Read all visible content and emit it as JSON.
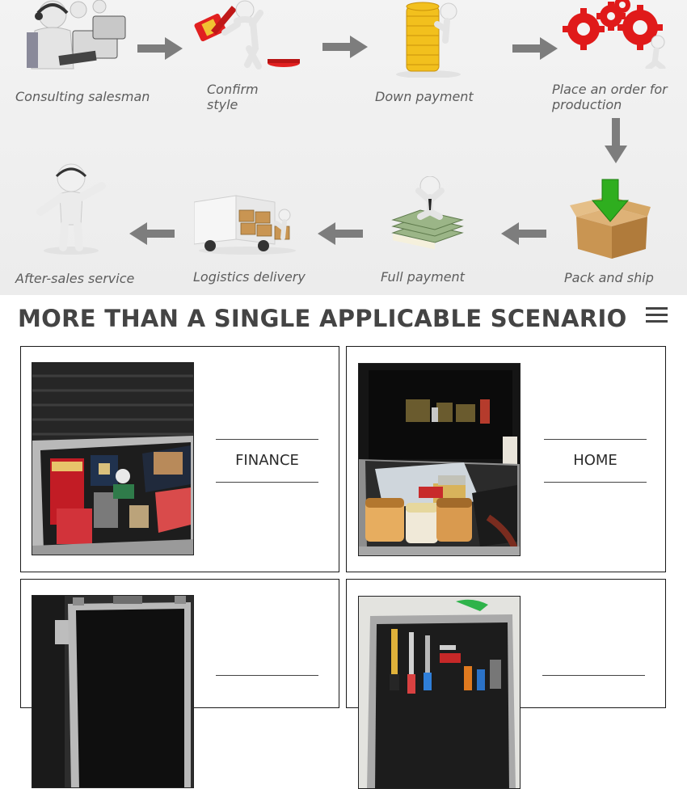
{
  "process": {
    "steps": [
      {
        "id": "consulting",
        "label": "Consulting salesman",
        "icon": "customer-service-icon"
      },
      {
        "id": "confirm",
        "label": "Confirm\nstyle",
        "icon": "gavel-icon"
      },
      {
        "id": "down",
        "label": "Down payment",
        "icon": "coins-icon"
      },
      {
        "id": "order",
        "label": "Place an order for\nproduction",
        "icon": "gears-icon"
      },
      {
        "id": "pack",
        "label": "Pack and ship",
        "icon": "box-icon"
      },
      {
        "id": "full",
        "label": "Full payment",
        "icon": "cash-icon"
      },
      {
        "id": "logistics",
        "label": "Logistics delivery",
        "icon": "truck-icon"
      },
      {
        "id": "aftersales",
        "label": "After-sales service",
        "icon": "person-icon"
      }
    ]
  },
  "scenarios": {
    "title": "MORE THAN A SINGLE APPLICABLE SCENARIO",
    "menu_icon": "hamburger-menu-icon",
    "cards": [
      {
        "label": "FINANCE"
      },
      {
        "label": "HOME"
      },
      {
        "label": ""
      },
      {
        "label": ""
      }
    ]
  },
  "colors": {
    "arrow": "#7d7d7d",
    "gear": "#e01a1a",
    "coin": "#f2c01d",
    "box": "#c99552",
    "green_arrow": "#2fae1f",
    "text": "#5d5d5d",
    "title": "#444444"
  }
}
